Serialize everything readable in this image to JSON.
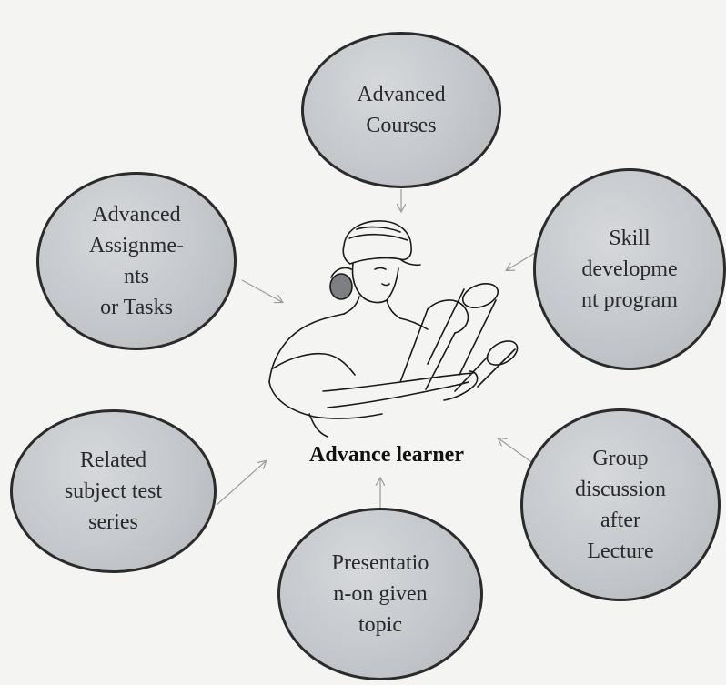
{
  "center": {
    "label": "Advance learner"
  },
  "nodes": {
    "courses": "Advanced\nCourses",
    "assignments": "Advanced\nAssignme-\nnts\nor Tasks",
    "skill": "Skill\ndevelopme\nnt program",
    "related": "Related\nsubject test\nseries",
    "group": "Group\ndiscussion\nafter\nLecture",
    "presentation": "Presentatio\nn-on given\ntopic"
  },
  "colors": {
    "bubble_fill": "#c4c7cb",
    "outline": "#2b2b2b",
    "arrow": "#9a9a9a"
  }
}
